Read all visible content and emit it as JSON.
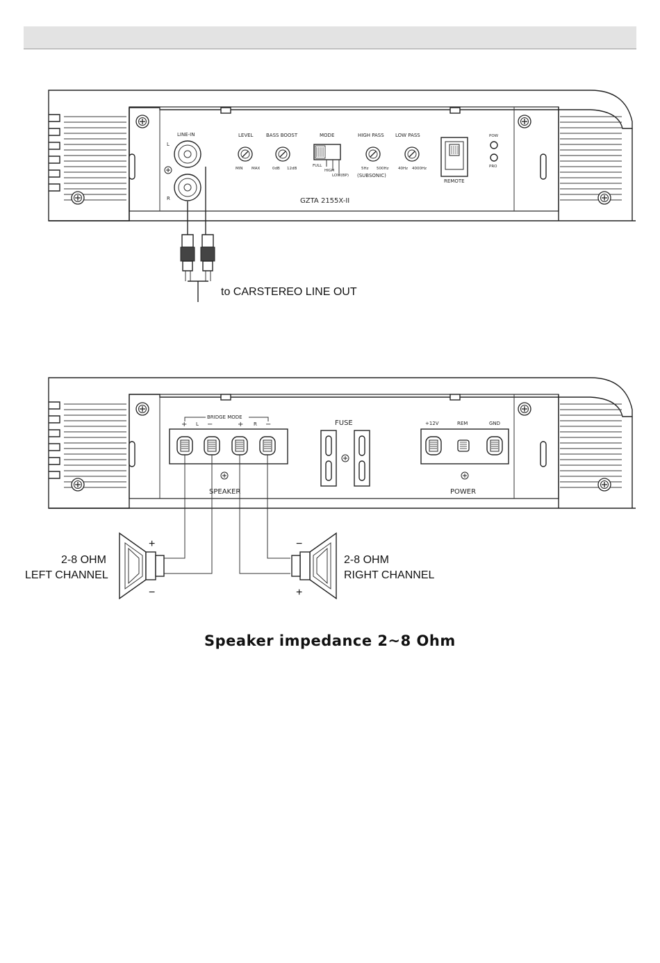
{
  "diagram1": {
    "line_in": "LINE-IN",
    "ch_l": "L",
    "ch_r": "R",
    "level": "LEVEL",
    "level_min": "MIN",
    "level_max": "MAX",
    "bass_boost": "BASS BOOST",
    "bass_0": "0dB",
    "bass_12": "12dB",
    "mode": "MODE",
    "mode_full": "FULL",
    "mode_high": "HIGH",
    "mode_low": "LOW(BP)",
    "high_pass": "HIGH PASS",
    "hp_5": "5Hz",
    "hp_500": "500Hz",
    "subsonic": "(SUBSONIC)",
    "low_pass": "LOW PASS",
    "lp_40": "40Hz",
    "lp_4000": "4000Hz",
    "remote": "REMOTE",
    "pow": "POW",
    "pro": "PRO",
    "model": "GZTA 2155X-II",
    "cable_label": "to CARSTEREO LINE OUT"
  },
  "diagram2": {
    "bridge_mode": "BRIDGE MODE",
    "t_plus_l": "+",
    "t_l": "L",
    "t_minus_l": "−",
    "t_plus_r": "+",
    "t_r": "R",
    "t_minus_r": "−",
    "speaker": "SPEAKER",
    "fuse": "FUSE",
    "p12v": "+12V",
    "rem": "REM",
    "gnd": "GND",
    "power": "POWER",
    "left_ohm": "2-8 OHM",
    "left_channel": "LEFT CHANNEL",
    "right_ohm": "2-8 OHM",
    "right_channel": "RIGHT CHANNEL",
    "left_plus": "+",
    "left_minus": "−",
    "right_minus": "−",
    "right_plus": "+"
  },
  "caption": "Speaker impedance 2~8 Ohm"
}
